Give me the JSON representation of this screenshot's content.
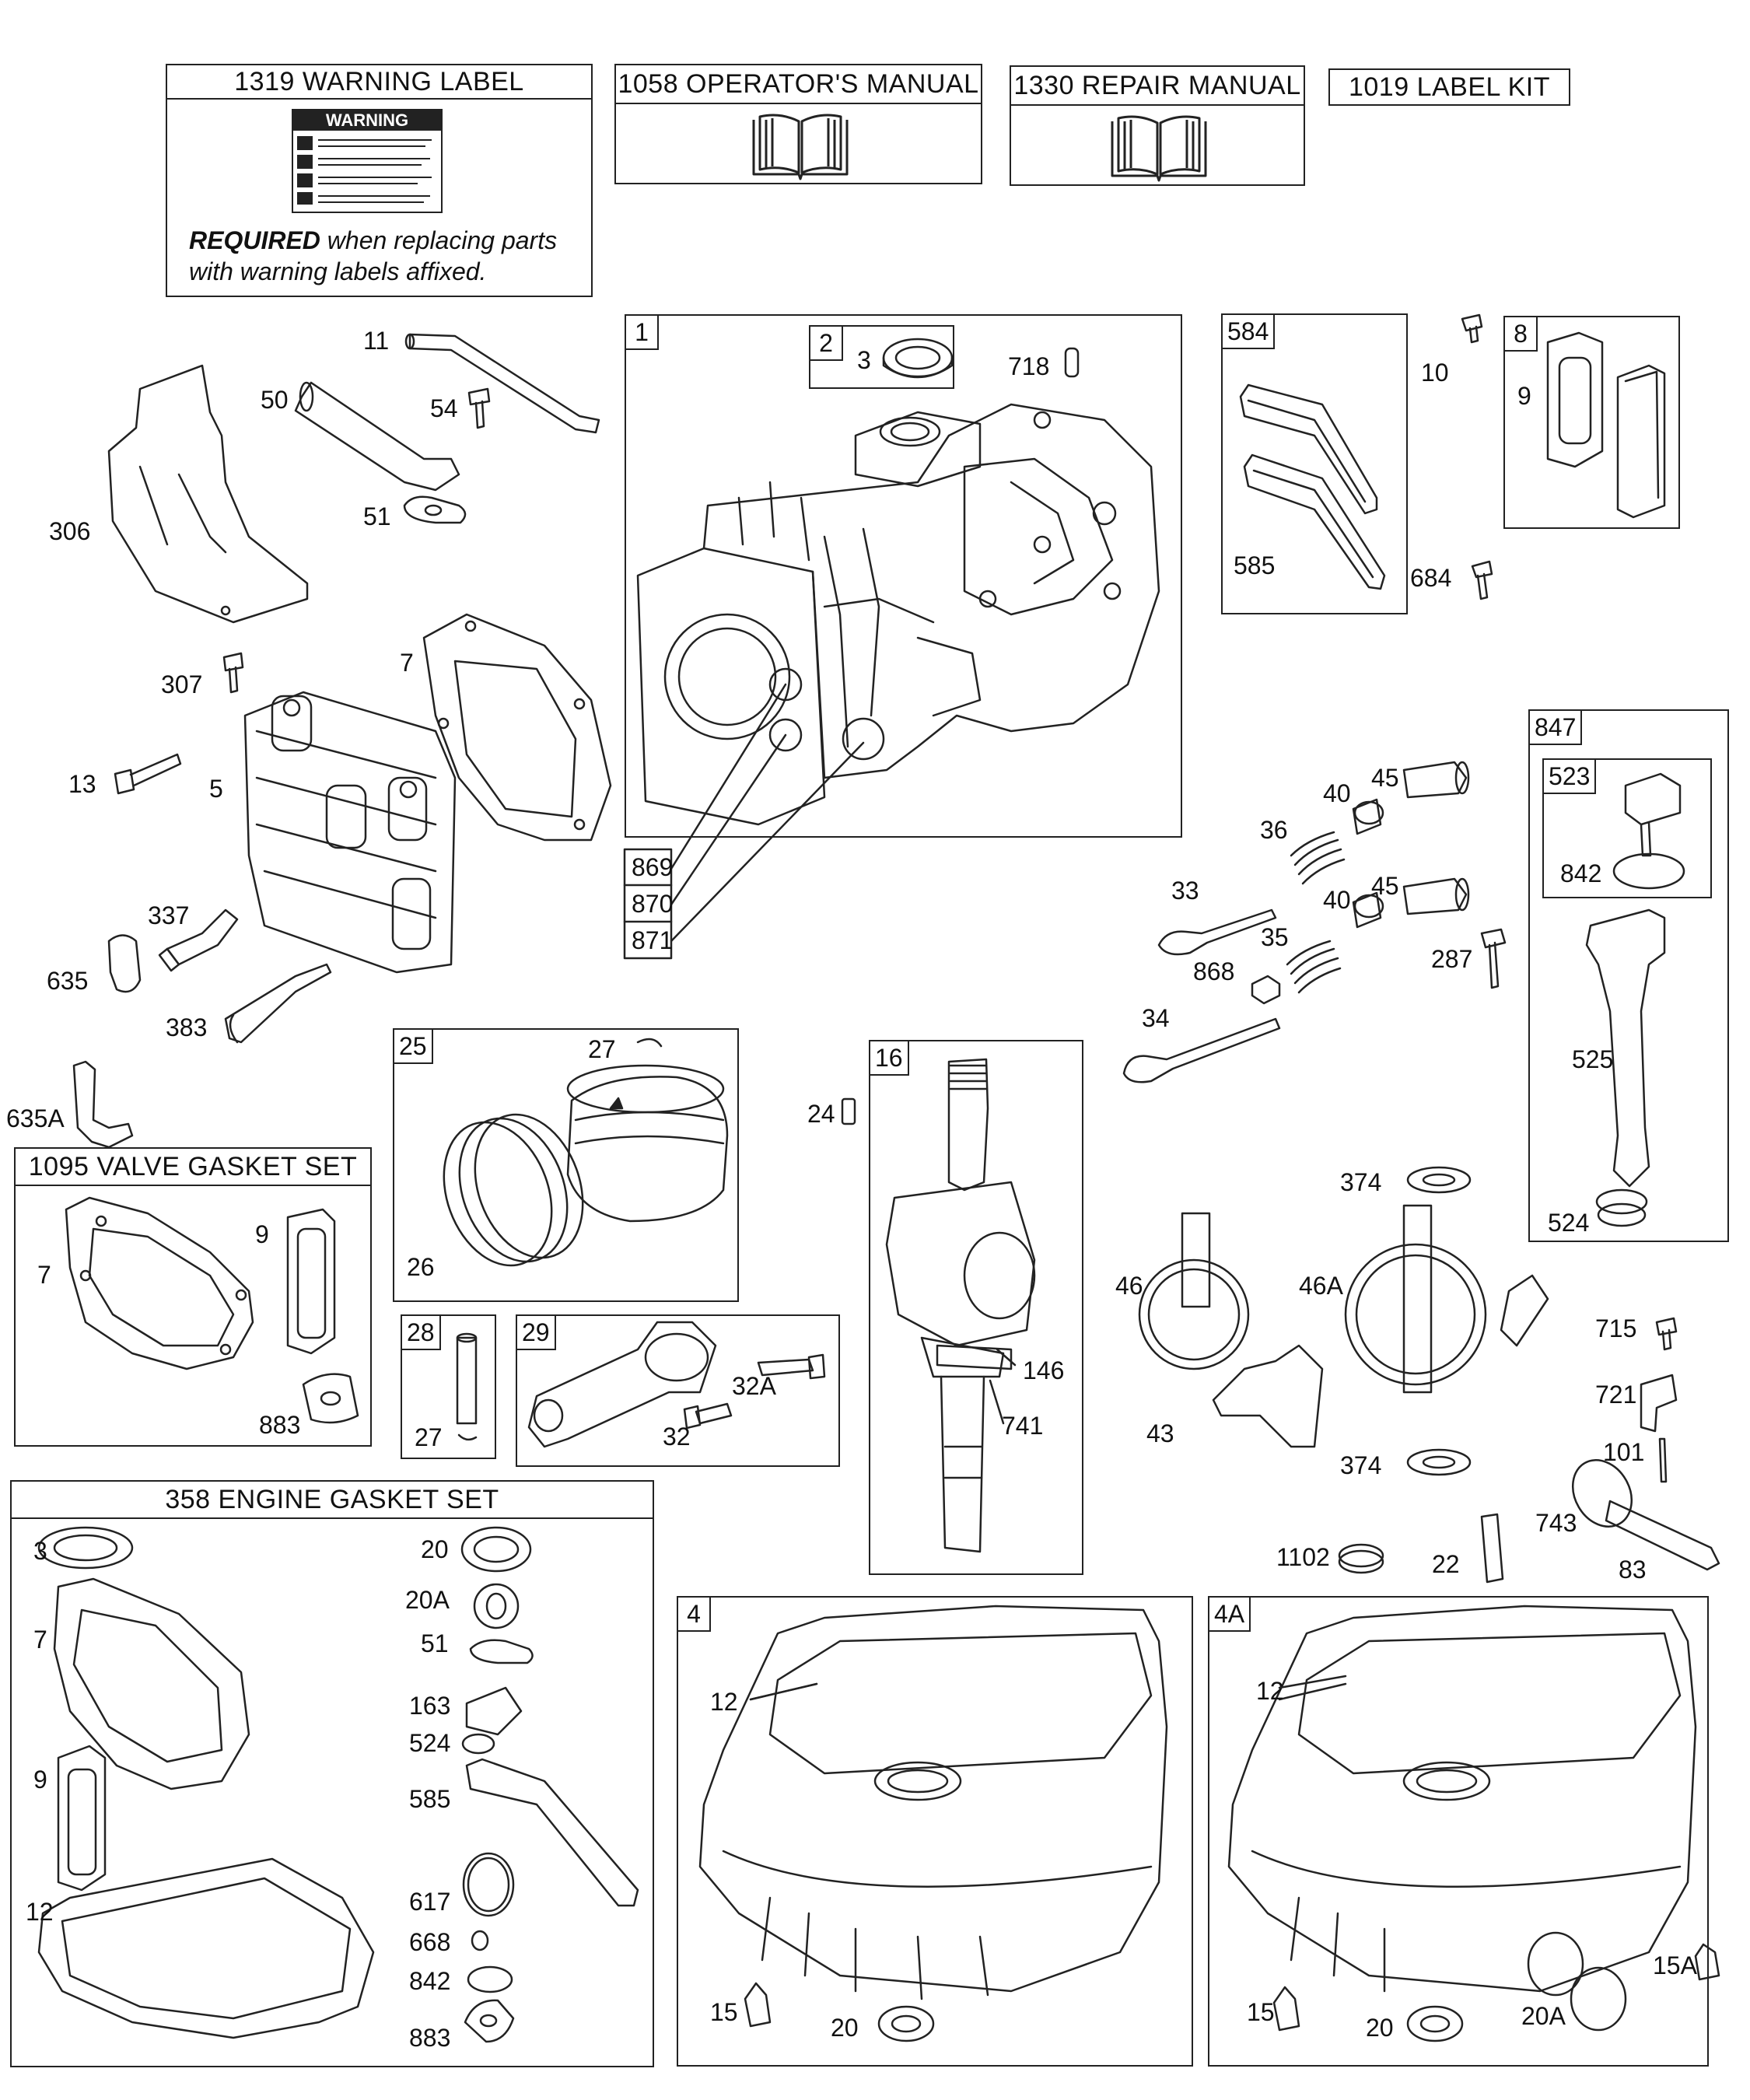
{
  "top_boxes": {
    "warning_label": {
      "title": "1319 WARNING LABEL",
      "label_heading": "WARNING",
      "note_bold": "REQUIRED",
      "note_line1_rest": " when replacing parts",
      "note_line2": "with warning labels affixed."
    },
    "operators_manual": {
      "title": "1058 OPERATOR'S MANUAL",
      "icon": "book-icon"
    },
    "repair_manual": {
      "title": "1330 REPAIR MANUAL",
      "icon": "book-icon"
    },
    "label_kit": {
      "title": "1019 LABEL KIT"
    }
  },
  "boxes": {
    "b1": "1",
    "b2": "2",
    "b584": "584",
    "b8": "8",
    "b847": "847",
    "b523": "523",
    "b25": "25",
    "b16": "16",
    "b28": "28",
    "b29": "29",
    "b4": "4",
    "b4a": "4A"
  },
  "gasket_sets": {
    "valve": "1095 VALVE GASKET SET",
    "engine": "358 ENGINE GASKET SET"
  },
  "callouts": {
    "c3a": "3",
    "c718": "718",
    "c10": "10",
    "c9a": "9",
    "c684": "684",
    "c585a": "585",
    "c11": "11",
    "c50": "50",
    "c54": "54",
    "c51a": "51",
    "c306": "306",
    "c307": "307",
    "c7a": "7",
    "c13": "13",
    "c5": "5",
    "c337": "337",
    "c635": "635",
    "c383": "383",
    "c635a": "635A",
    "c869": "869",
    "c870": "870",
    "c871": "871",
    "c40a": "40",
    "c45a": "45",
    "c36": "36",
    "c33": "33",
    "c40b": "40",
    "c45b": "45",
    "c35": "35",
    "c868": "868",
    "c287": "287",
    "c34": "34",
    "c842a": "842",
    "c525": "525",
    "c524a": "524",
    "c27a": "27",
    "c26": "26",
    "c24": "24",
    "c146": "146",
    "c741": "741",
    "c27b": "27",
    "c32a": "32A",
    "c32": "32",
    "c374a": "374",
    "c46": "46",
    "c46a": "46A",
    "c43": "43",
    "c374b": "374",
    "c715": "715",
    "c721": "721",
    "c101": "101",
    "c743": "743",
    "c1102": "1102",
    "c22": "22",
    "c83": "83",
    "c7b": "7",
    "c9b": "9",
    "c883a": "883",
    "c3b": "3",
    "c7c": "7",
    "c9c": "9",
    "c12a": "12",
    "c20a": "20",
    "c20aa": "20A",
    "c51b": "51",
    "c163": "163",
    "c524b": "524",
    "c585b": "585",
    "c617": "617",
    "c668": "668",
    "c842b": "842",
    "c883b": "883",
    "c12b": "12",
    "c15a": "15",
    "c20b": "20",
    "c12c": "12",
    "c15aa": "15A",
    "c15b": "15",
    "c20c": "20",
    "c20ab": "20A"
  }
}
